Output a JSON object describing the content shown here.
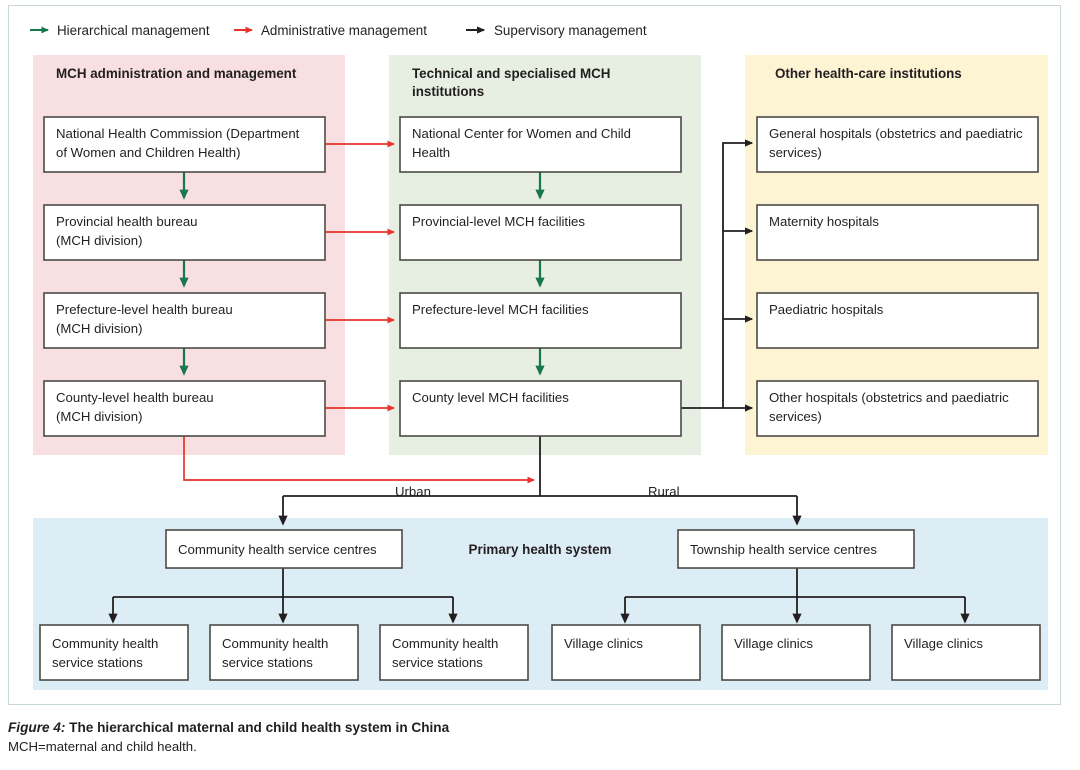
{
  "figure": {
    "number": "Figure 4:",
    "title": " The hierarchical maternal and child health system in China",
    "subtitle": "MCH=maternal and child health."
  },
  "colors": {
    "hierarchical": "#17794a",
    "administrative": "#e8332a",
    "supervisory": "#231f20",
    "panel_pink": "#f7dfe2",
    "panel_green": "#e7efe2",
    "panel_yellow": "#fdf4d4",
    "panel_blue": "#ddedf6",
    "box_border": "#4d4a46",
    "frame_border": "#c9d9cf"
  },
  "legend": {
    "items": [
      {
        "label": "Hierarchical management",
        "color_key": "hierarchical",
        "icon": "arrow-right-icon"
      },
      {
        "label": "Administrative management",
        "color_key": "administrative",
        "icon": "arrow-right-icon"
      },
      {
        "label": "Supervisory management",
        "color_key": "supervisory",
        "icon": "arrow-right-icon"
      }
    ]
  },
  "panels": {
    "admin": {
      "header": "MCH administration and management"
    },
    "technical": {
      "header_line1": "Technical and specialised MCH",
      "header_line2": "institutions"
    },
    "other": {
      "header": "Other health-care institutions"
    },
    "primary": {
      "header": "Primary health system"
    }
  },
  "columns": {
    "admin_nodes": [
      {
        "line1": "National Health Commission (Department",
        "line2": "of Women and Children Health)"
      },
      {
        "line1": "Provincial health bureau",
        "line2": "(MCH division)"
      },
      {
        "line1": "Prefecture-level health bureau",
        "line2": "(MCH division)"
      },
      {
        "line1": "County-level health bureau",
        "line2": "(MCH division)"
      }
    ],
    "technical_nodes": [
      {
        "line1": "National Center for Women and Child",
        "line2": "Health"
      },
      {
        "line1": "Provincial-level MCH facilities",
        "line2": ""
      },
      {
        "line1": "Prefecture-level MCH facilities",
        "line2": ""
      },
      {
        "line1": "County level MCH facilities",
        "line2": ""
      }
    ],
    "other_nodes": [
      {
        "line1": "General hospitals (obstetrics and paediatric",
        "line2": "services)"
      },
      {
        "line1": "Maternity hospitals",
        "line2": ""
      },
      {
        "line1": "Paediatric hospitals",
        "line2": ""
      },
      {
        "line1": "Other hospitals (obstetrics and paediatric",
        "line2": "services)"
      }
    ]
  },
  "branches": {
    "urban_label": "Urban",
    "rural_label": "Rural"
  },
  "primary_system": {
    "urban_centre": "Community health service centres",
    "rural_centre": "Township health service centres",
    "urban_stations": [
      {
        "line1": "Community health",
        "line2": "service stations"
      },
      {
        "line1": "Community health",
        "line2": "service stations"
      },
      {
        "line1": "Community health",
        "line2": "service stations"
      }
    ],
    "rural_stations": [
      {
        "line1": "Village clinics",
        "line2": ""
      },
      {
        "line1": "Village clinics",
        "line2": ""
      },
      {
        "line1": "Village clinics",
        "line2": ""
      }
    ]
  }
}
